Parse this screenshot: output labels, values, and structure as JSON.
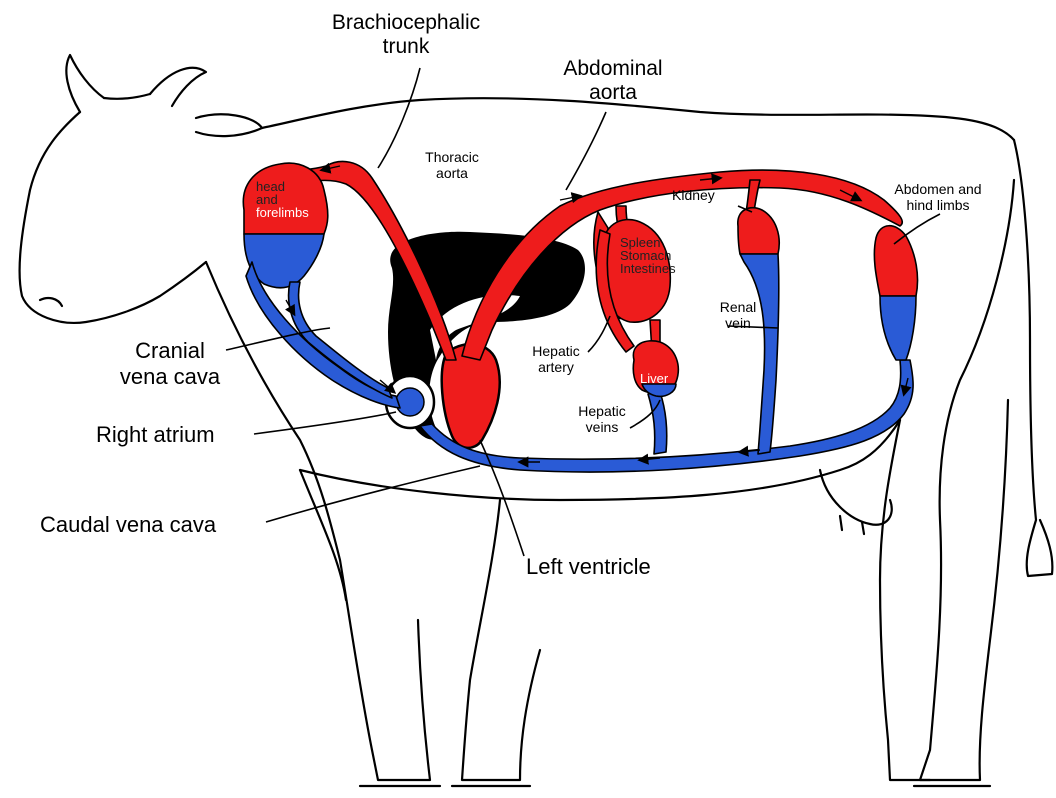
{
  "labels": {
    "brachiocephalic_trunk": [
      "Brachiocephalic",
      "trunk"
    ],
    "abdominal_aorta": [
      "Abdominal",
      "aorta"
    ],
    "thoracic_aorta": [
      "Thoracic",
      "aorta"
    ],
    "kidney": "Kidney",
    "abdomen_hind_limbs": [
      "Abdomen and",
      "hind limbs"
    ],
    "head_forelimbs": [
      "head",
      "and",
      "forelimbs"
    ],
    "spleen_stomach_intestines": [
      "Spleen",
      "Stomach",
      "Intestines"
    ],
    "renal_vein": [
      "Renal",
      "vein"
    ],
    "hepatic_artery": [
      "Hepatic",
      "artery"
    ],
    "liver": "Liver",
    "hepatic_veins": [
      "Hepatic",
      "veins"
    ],
    "cranial_vena_cava": [
      "Cranial",
      "vena cava"
    ],
    "right_atrium": "Right atrium",
    "caudal_vena_cava": "Caudal vena cava",
    "left_ventricle": "Left ventricle"
  },
  "colors": {
    "arterial": "#ee1c1c",
    "venous": "#2a5bd6",
    "outline": "#000000"
  }
}
